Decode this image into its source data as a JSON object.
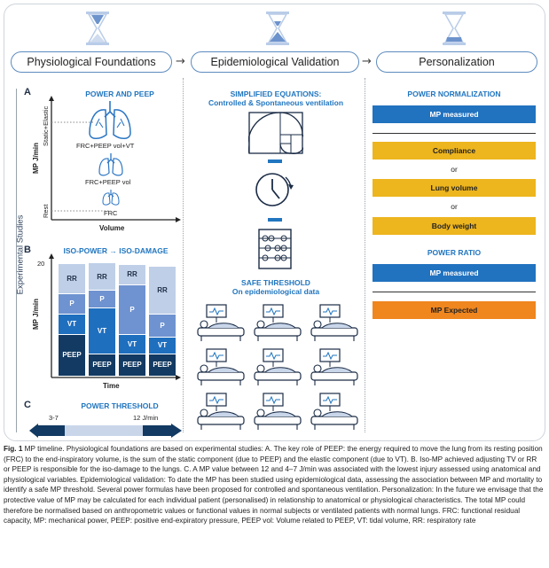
{
  "phases": [
    {
      "label": "Physiological Foundations"
    },
    {
      "label": "Epidemiological Validation"
    },
    {
      "label": "Personalization"
    }
  ],
  "side_label": "Experimental Studies",
  "panel_a": {
    "letter": "A",
    "title": "POWER AND PEEP",
    "y_axis": "MP J/min",
    "y_top_label": "Static+Elastic",
    "y_bottom_label": "Rest",
    "x_axis": "Volume",
    "levels": [
      "FRC+PEEP vol+VT",
      "FRC+PEEP vol",
      "FRC"
    ]
  },
  "panel_b": {
    "letter": "B",
    "title": "ISO-POWER → ISO-DAMAGE",
    "y_axis": "MP J/min",
    "y_tick": "20",
    "x_axis": "Time",
    "colors": {
      "RR": "#bfcfe8",
      "P": "#6f93d0",
      "VT": "#1f6fbf",
      "PEEP": "#123a62"
    }
  },
  "chart_data": {
    "type": "bar",
    "title": "ISO-POWER → ISO-DAMAGE",
    "xlabel": "Time",
    "ylabel": "MP J/min",
    "ylim": [
      0,
      20
    ],
    "stacked": true,
    "categories": [
      "",
      "",
      "",
      ""
    ],
    "series": [
      {
        "name": "PEEP",
        "values": [
          7.3,
          3.9,
          3.9,
          3.9
        ]
      },
      {
        "name": "VT",
        "values": [
          3.5,
          8.0,
          3.4,
          2.9
        ]
      },
      {
        "name": "P",
        "values": [
          3.5,
          3.0,
          8.6,
          3.9
        ]
      },
      {
        "name": "RR",
        "values": [
          5.2,
          4.8,
          3.5,
          8.4
        ]
      }
    ]
  },
  "panel_c": {
    "letter": "C",
    "title": "POWER THRESHOLD",
    "left_label": "3-7",
    "right_label": "12 J/min"
  },
  "epi": {
    "title": "SIMPLIFIED EQUATIONS:",
    "subtitle": "Controlled & Spontaneous ventilation",
    "safe_title": "SAFE THRESHOLD",
    "safe_subtitle": "On epidemiological data"
  },
  "personal": {
    "norm_title": "POWER NORMALIZATION",
    "mp_measured": "MP measured",
    "compliance": "Compliance",
    "or": "or",
    "lung_volume": "Lung volume",
    "body_weight": "Body weight",
    "ratio_title": "POWER RATIO",
    "mp_expected": "MP Expected"
  },
  "caption": {
    "fig": "Fig. 1",
    "text": "MP timeline. Physiological foundations are based on experimental studies: A. The key role of PEEP: the energy required to move the lung from its resting position (FRC) to the end-inspiratory volume, is the sum of the static component (due to PEEP) and the elastic component (due to VT). B. Iso-MP achieved adjusting TV or RR or PEEP is responsible for the iso-damage to the lungs. C. A MP value between 12 and 4–7 J/min was associated with the lowest injury assessed using anatomical and physiological variables. Epidemiological validation: To date the MP has been studied using epidemiological data, assessing the association between MP and mortality to identify a safe MP threshold. Several power formulas have been proposed for controlled and spontaneous ventilation. Personalization: In the future we envisage that the protective value of MP may be calculated for each individual patient (personalised) in relationship to anatomical or physiological characteristics. The total MP could therefore be normalised based on anthropometric values or functional values in normal subjects or ventilated patients with normal lungs. FRC: functional residual capacity, MP: mechanical power, PEEP: positive end-expiratory pressure, PEEP vol: Volume related to PEEP, VT: tidal volume, RR: respiratory rate"
  }
}
